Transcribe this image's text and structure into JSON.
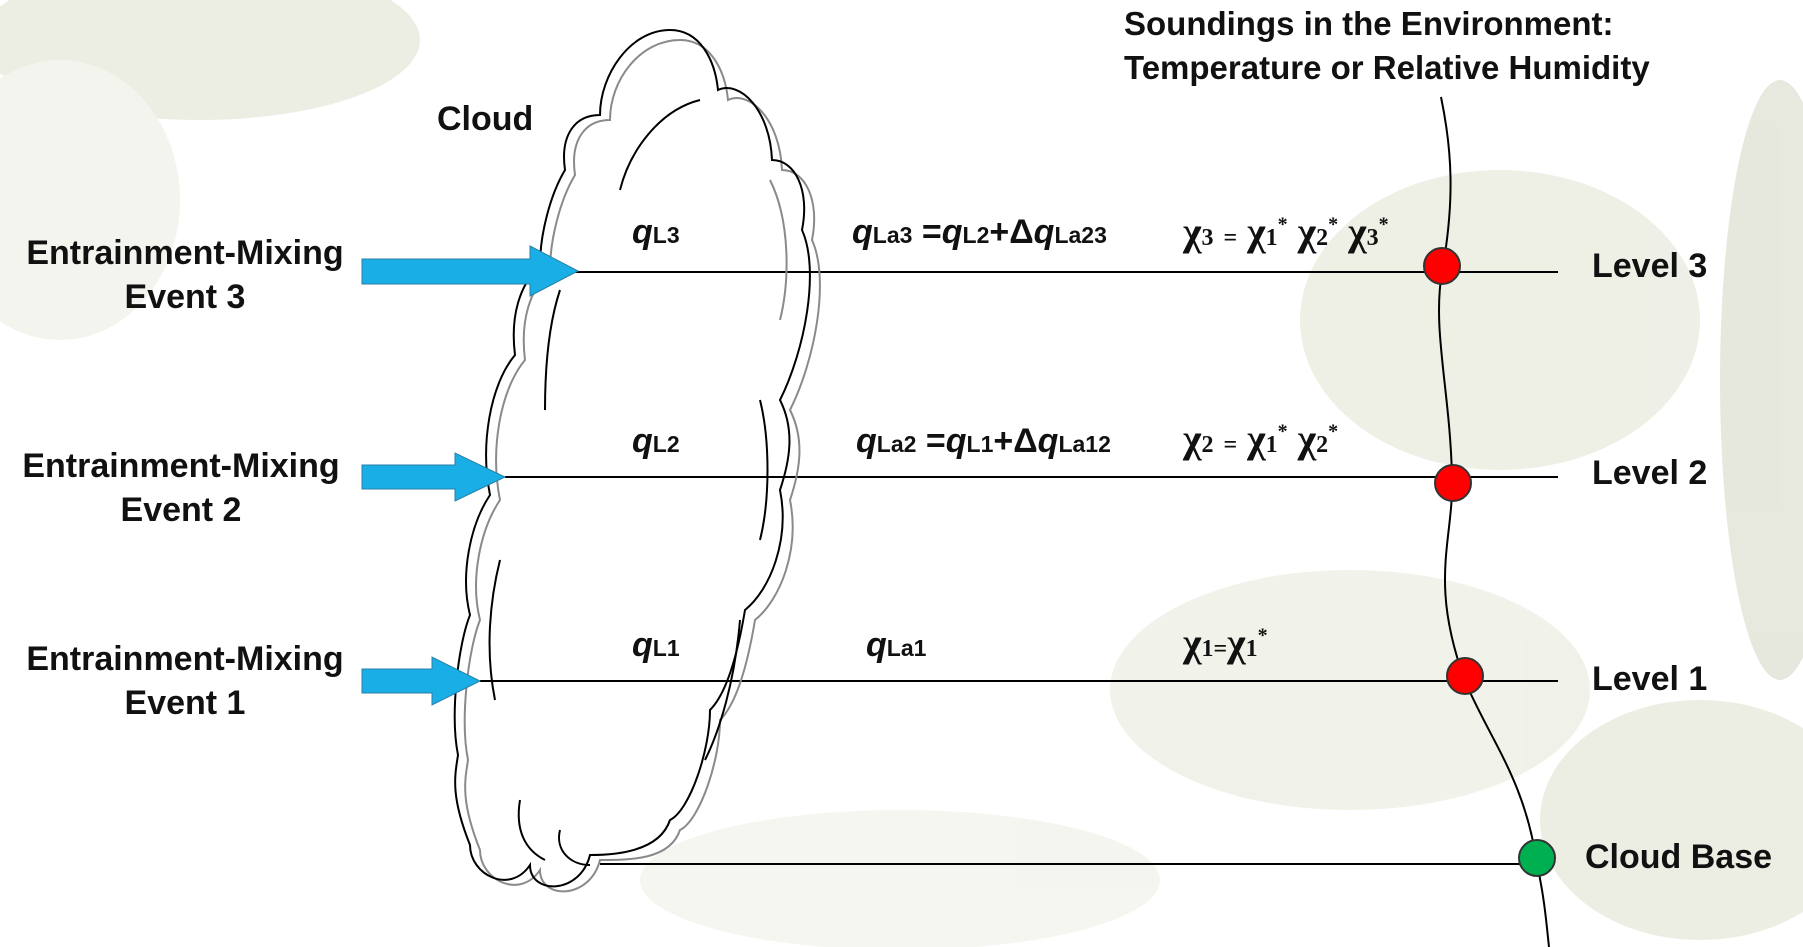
{
  "title": [
    "Soundings in the Environment:",
    "Temperature or Relative Humidity"
  ],
  "cloud_label": "Cloud",
  "events": [
    {
      "line1": "Entrainment-Mixing",
      "line2": "Event 3"
    },
    {
      "line1": "Entrainment-Mixing",
      "line2": "Event 2"
    },
    {
      "line1": "Entrainment-Mixing",
      "line2": "Event 1"
    }
  ],
  "levels": [
    "Level 3",
    "Level 2",
    "Level 1",
    "Cloud Base"
  ],
  "cloud_liquid": {
    "l3": {
      "q": "q",
      "sub": "L3"
    },
    "l2": {
      "q": "q",
      "sub": "L2"
    },
    "l1": {
      "q": "q",
      "sub": "L1"
    }
  },
  "adiabatic": {
    "l3": {
      "q1": "q",
      "s1": "La3",
      "eq": " =",
      "q2": "q",
      "s2": "L2",
      "plus": "+Δ",
      "q3": "q",
      "s3": "La23"
    },
    "l2": {
      "q1": "q",
      "s1": "La2",
      "eq": " =",
      "q2": "q",
      "s2": "L1",
      "plus": "+Δ",
      "q3": "q",
      "s3": "La12"
    },
    "l1": {
      "q1": "q",
      "s1": "La1"
    }
  },
  "chi": {
    "symbol": "χ",
    "eq": "=",
    "star": "*",
    "l3": {
      "lhs": "3",
      "terms": [
        "1",
        "2",
        "3"
      ]
    },
    "l2": {
      "lhs": "2",
      "terms": [
        "1",
        "2"
      ]
    },
    "l1": {
      "lhs": "1",
      "terms": [
        "1"
      ]
    }
  },
  "colors": {
    "arrow": "#19aee6",
    "level_dot": "#ff0000",
    "cloud_base_dot": "#00b050",
    "line": "#000000"
  }
}
